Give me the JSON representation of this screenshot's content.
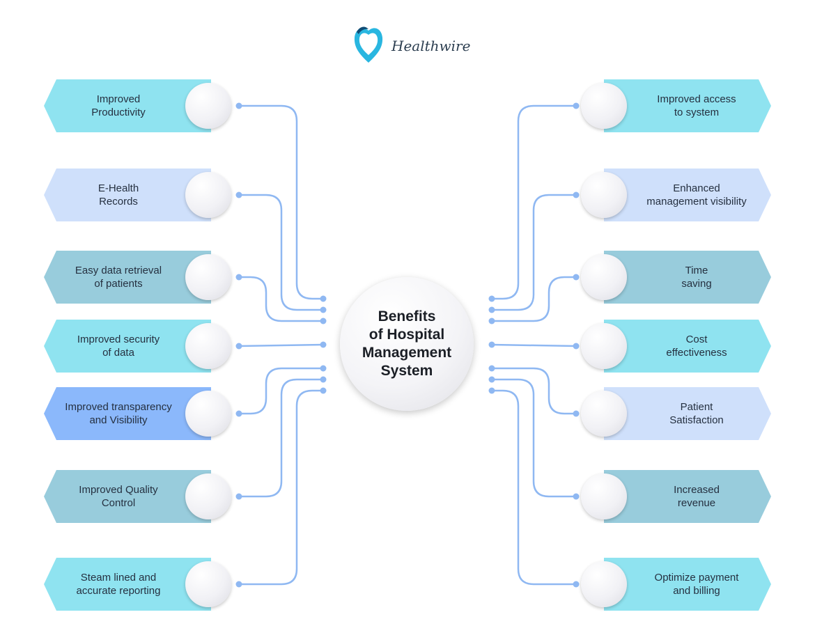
{
  "brand": {
    "name": "Healthwire",
    "logo_icon": "heart-shield-icon",
    "colors": {
      "primary": "#29b6e0",
      "dark": "#0f4c75"
    }
  },
  "center": {
    "title": "Benefits\nof Hospital\nManagement\nSystem"
  },
  "colors": {
    "connector": "#8fb8f2",
    "tag_cyan": "#8fe3f0",
    "tag_lavender": "#cfe0fb",
    "tag_teal": "#98ccdc",
    "tag_blue": "#8bb8fb"
  },
  "benefits_left": [
    {
      "label": "Improved\nProductivity",
      "color": "cyan"
    },
    {
      "label": "E-Health\nRecords",
      "color": "lavender"
    },
    {
      "label": "Easy data retrieval\nof patients",
      "color": "teal"
    },
    {
      "label": "Improved security\nof data",
      "color": "cyan"
    },
    {
      "label": "Improved transparency\nand Visibility",
      "color": "blue"
    },
    {
      "label": "Improved Quality\nControl",
      "color": "teal"
    },
    {
      "label": "Steam lined and\naccurate reporting",
      "color": "cyan"
    }
  ],
  "benefits_right": [
    {
      "label": "Improved access\nto system",
      "color": "cyan"
    },
    {
      "label": "Enhanced\nmanagement visibility",
      "color": "lavender"
    },
    {
      "label": "Time\nsaving",
      "color": "teal"
    },
    {
      "label": "Cost\neffectiveness",
      "color": "cyan"
    },
    {
      "label": "Patient\nSatisfaction",
      "color": "lavender"
    },
    {
      "label": "Increased\nrevenue",
      "color": "teal"
    },
    {
      "label": "Optimize payment\nand billing",
      "color": "cyan"
    }
  ]
}
